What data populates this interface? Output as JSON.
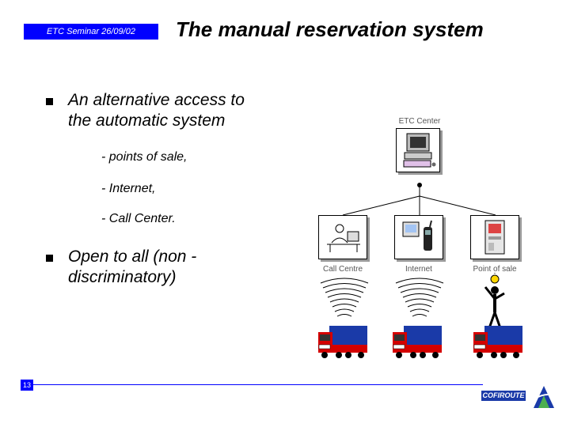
{
  "header": {
    "seminar_tag": "ETC Seminar 26/09/02",
    "title": "The manual reservation system"
  },
  "bullets": [
    {
      "line1": "An alternative access to",
      "line2": "the automatic system",
      "sub": [
        "- points of sale,",
        "- Internet,",
        "- Call Center."
      ]
    },
    {
      "line1": "Open to all (non -",
      "line2": "discriminatory)"
    }
  ],
  "diagram": {
    "center_label": "ETC Center",
    "nodes": [
      {
        "label": "Call Centre"
      },
      {
        "label": "Internet"
      },
      {
        "label": "Point of sale"
      }
    ]
  },
  "footer": {
    "page_number": "13",
    "logo": "COFIROUTE"
  },
  "colors": {
    "accent": "#0000ff",
    "truck_cab": "#d40000",
    "truck_trailer": "#1a3aa8"
  }
}
